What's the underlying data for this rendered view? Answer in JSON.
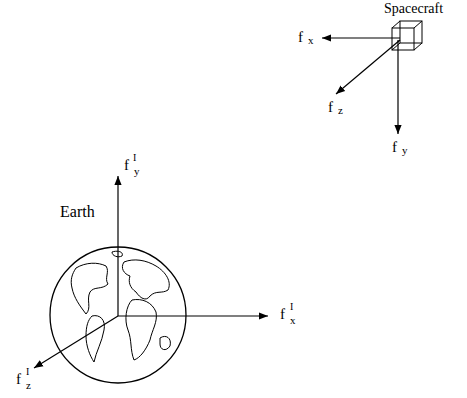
{
  "diagram": {
    "labels": [
      "Spacecraft",
      "f",
      "x",
      "f",
      "z",
      "f",
      "y",
      "f",
      "I",
      "y",
      "Earth",
      "f",
      "I",
      "x",
      "f",
      "I",
      "z"
    ]
  }
}
